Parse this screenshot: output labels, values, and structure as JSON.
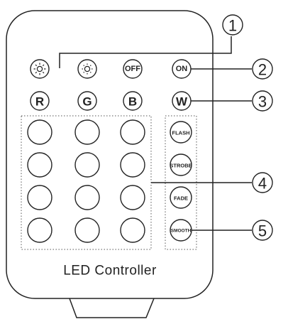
{
  "controller_label": "LED Controller",
  "buttons": {
    "brightness_up": "brightness-up-icon",
    "brightness_down": "brightness-down-icon",
    "off": "OFF",
    "on": "ON",
    "red": "R",
    "green": "G",
    "blue": "B",
    "white": "W",
    "flash": "FLASH",
    "strobe": "STROBE",
    "fade": "FADE",
    "smooth": "SMOOTH"
  },
  "callouts": [
    "1",
    "2",
    "3",
    "4",
    "5"
  ]
}
